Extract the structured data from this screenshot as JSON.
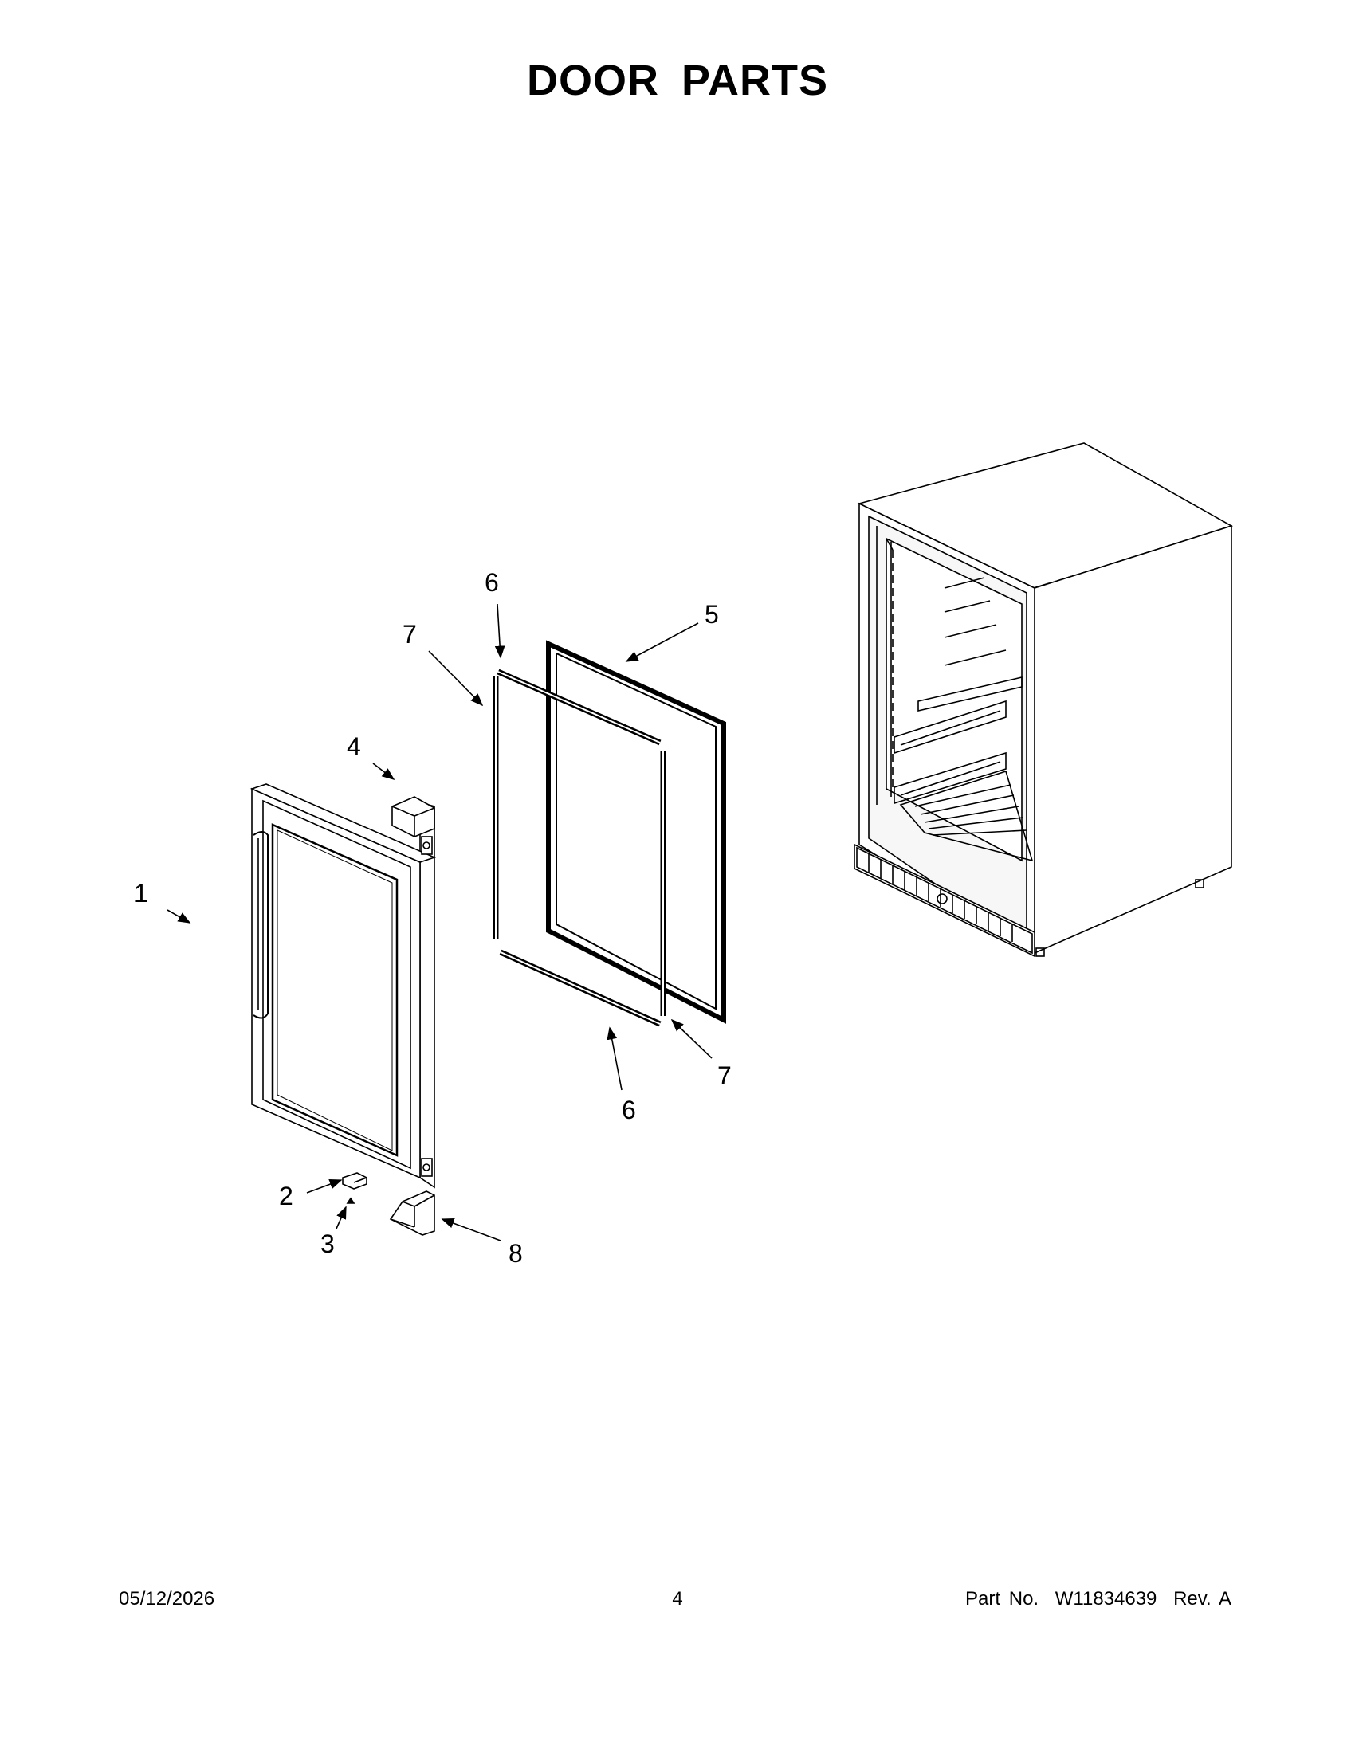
{
  "title": "DOOR PARTS",
  "callouts": [
    {
      "id": "c1",
      "label": "1"
    },
    {
      "id": "c2",
      "label": "2"
    },
    {
      "id": "c3",
      "label": "3"
    },
    {
      "id": "c4",
      "label": "4"
    },
    {
      "id": "c5",
      "label": "5"
    },
    {
      "id": "c6a",
      "label": "6"
    },
    {
      "id": "c6b",
      "label": "6"
    },
    {
      "id": "c7a",
      "label": "7"
    },
    {
      "id": "c7b",
      "label": "7"
    },
    {
      "id": "c8",
      "label": "8"
    }
  ],
  "footer": {
    "date": "05/12/2026",
    "page": "4",
    "part_label": "Part No.",
    "part_number": "W11834639",
    "revision": "Rev.  A"
  }
}
